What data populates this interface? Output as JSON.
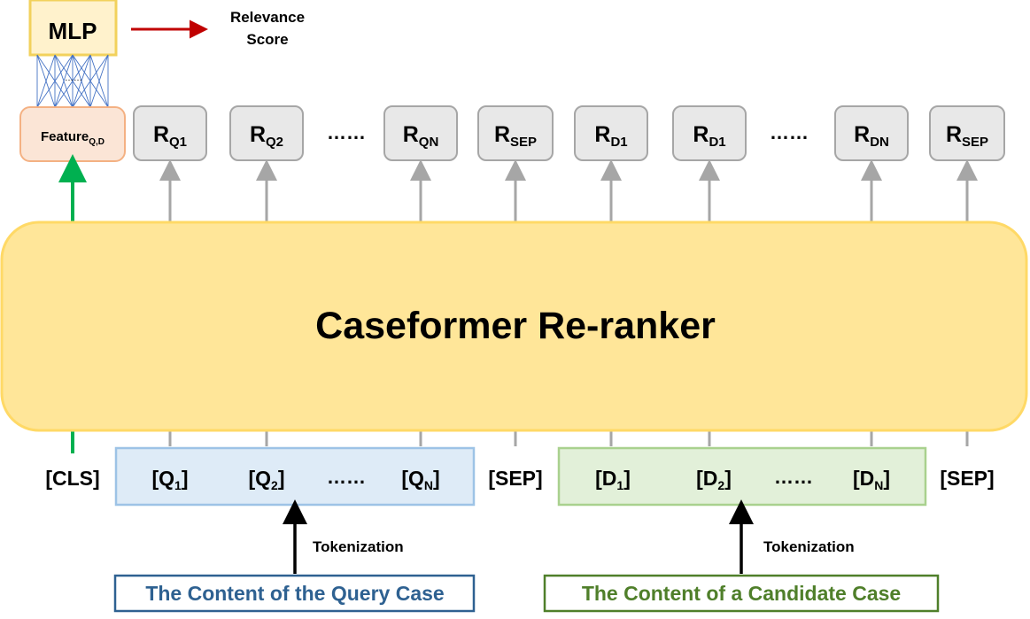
{
  "mlp": {
    "label": "MLP",
    "dots": "……"
  },
  "relevance": {
    "line1": "Relevance",
    "line2": "Score"
  },
  "feature": {
    "label": "Feature",
    "sub": "Q,D"
  },
  "output_tokens": [
    {
      "base": "R",
      "sub": "Q1"
    },
    {
      "base": "R",
      "sub": "Q2"
    },
    {
      "ellipsis": "……"
    },
    {
      "base": "R",
      "sub": "QN"
    },
    {
      "base": "R",
      "sub": "SEP"
    },
    {
      "base": "R",
      "sub": "D1"
    },
    {
      "base": "R",
      "sub": "D1"
    },
    {
      "ellipsis": "……"
    },
    {
      "base": "R",
      "sub": "DN"
    },
    {
      "base": "R",
      "sub": "SEP"
    }
  ],
  "model": {
    "title": "Caseformer Re-ranker"
  },
  "input_tokens": {
    "cls": "[CLS]",
    "sep1": "[SEP]",
    "sep2": "[SEP]",
    "query": [
      {
        "base": "[Q",
        "sub": "1",
        "close": "]"
      },
      {
        "base": "[Q",
        "sub": "2",
        "close": "]"
      },
      {
        "ellipsis": "……"
      },
      {
        "base": "[Q",
        "sub": "N",
        "close": "]"
      }
    ],
    "doc": [
      {
        "base": "[D",
        "sub": "1",
        "close": "]"
      },
      {
        "base": "[D",
        "sub": "2",
        "close": "]"
      },
      {
        "ellipsis": "……"
      },
      {
        "base": "[D",
        "sub": "N",
        "close": "]"
      }
    ]
  },
  "tokenization": {
    "left": "Tokenization",
    "right": "Tokenization"
  },
  "sources": {
    "query": "The Content of the Query Case",
    "candidate": "The Content of a Candidate Case"
  },
  "colors": {
    "mlp_fill": "#fff2cc",
    "mlp_stroke": "#f2d15c",
    "feature_fill": "#fbe5d6",
    "feature_stroke": "#f4b183",
    "token_fill": "#e8e8e8",
    "token_stroke": "#a6a6a6",
    "model_fill": "#ffe699",
    "model_stroke": "#ffd966",
    "query_fill": "#deebf7",
    "query_stroke": "#9dc3e6",
    "doc_fill": "#e2f0d9",
    "doc_stroke": "#a9d18e",
    "query_text": "#2e6191",
    "candidate_text": "#4f7f2a",
    "green_arrow": "#00b050",
    "red_arrow": "#c00000",
    "gray_arrow": "#a6a6a6"
  }
}
